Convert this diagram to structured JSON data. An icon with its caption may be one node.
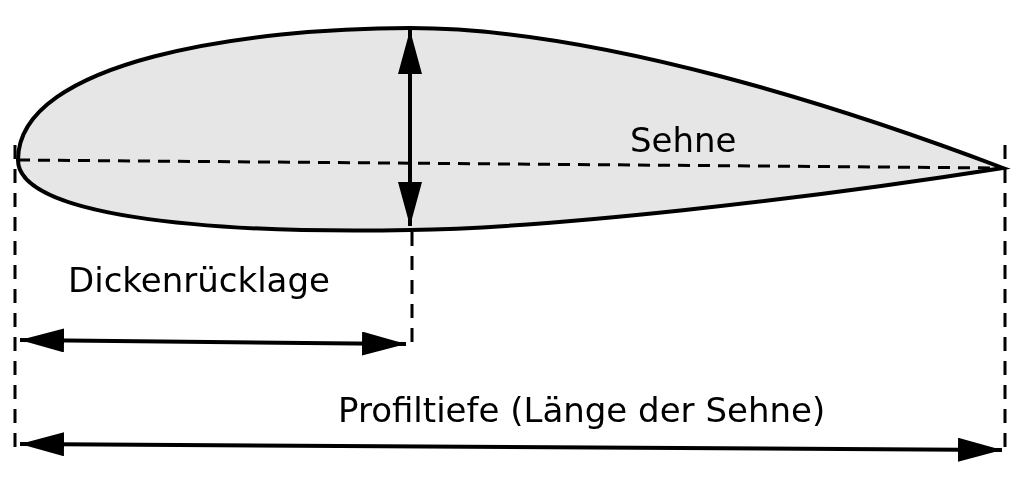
{
  "diagram": {
    "labels": [
      "Sehne",
      "Dickenrücklage",
      "Profiltiefe (Länge der Sehne)"
    ]
  }
}
